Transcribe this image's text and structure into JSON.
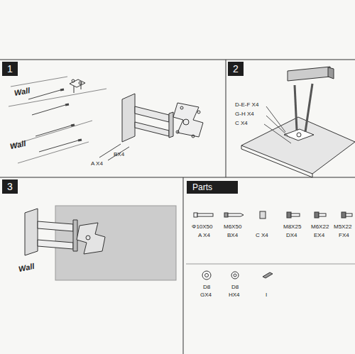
{
  "diagram": {
    "nodes": [
      {
        "text": [
          "1"
        ]
      },
      {
        "text": [
          "2"
        ]
      },
      {
        "text": [
          "3"
        ]
      },
      {
        "text": [
          "Parts"
        ]
      }
    ],
    "labels": [
      "Wall",
      "Wall",
      "BX4",
      "A X4",
      "D-E-F X4",
      "G-H X4",
      "C X4",
      "Wall",
      "Φ10X50",
      "A X4",
      "M6X50",
      "BX4",
      "C X4",
      "M8X25",
      "DX4",
      "M6X22",
      "EX4",
      "M5X22",
      "FX4",
      "D8",
      "GX4",
      "D8",
      "HX4",
      "I"
    ]
  }
}
